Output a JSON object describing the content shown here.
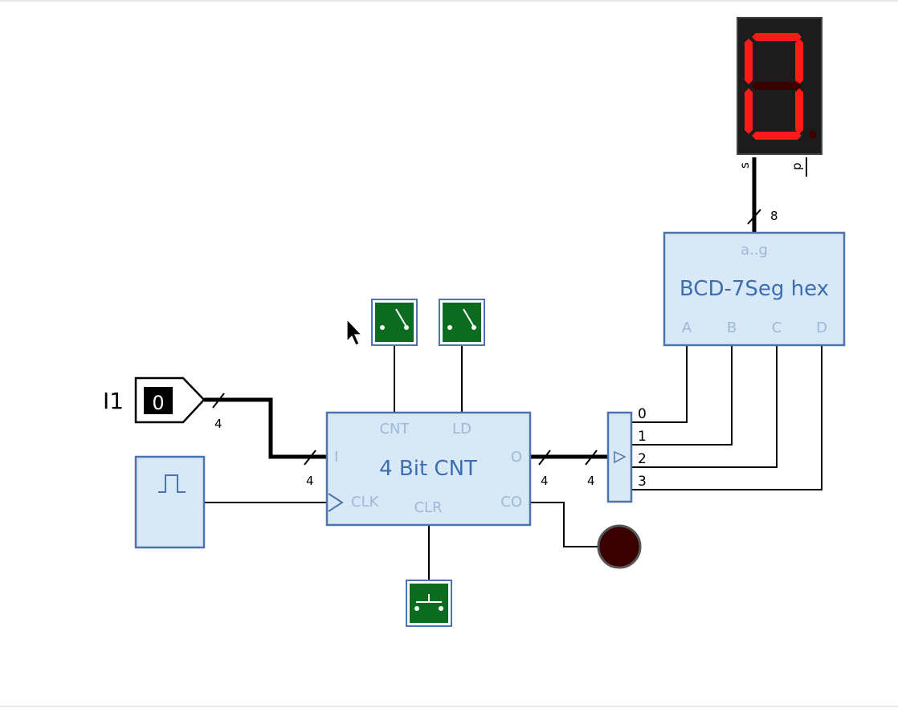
{
  "input": {
    "label": "I1",
    "value": "0",
    "bus_width": "4"
  },
  "counter": {
    "name": "4 Bit CNT",
    "pins": {
      "cnt": "CNT",
      "ld": "LD",
      "i": "I",
      "o": "O",
      "clk": "CLK",
      "clr": "CLR",
      "co": "CO"
    },
    "in_bus_width": "4",
    "out_bus_width": "4"
  },
  "splitter": {
    "in_bus_width": "4",
    "outputs": [
      "0",
      "1",
      "2",
      "3"
    ]
  },
  "decoder": {
    "name": "BCD-7Seg hex",
    "output_pin": "a..g",
    "inputs": [
      "A",
      "B",
      "C",
      "D"
    ],
    "out_bus_width": "8"
  },
  "display": {
    "pins": {
      "s": "s",
      "p": "p"
    },
    "digit_value": "0",
    "segment_color": "#ff1a1a",
    "dim_color": "#3a0000"
  },
  "led": {
    "color": "#3a0000"
  },
  "colors": {
    "component_fill": "#d9e8f7",
    "component_stroke": "#4b74b0",
    "switch_green": "#0b6b1f"
  }
}
